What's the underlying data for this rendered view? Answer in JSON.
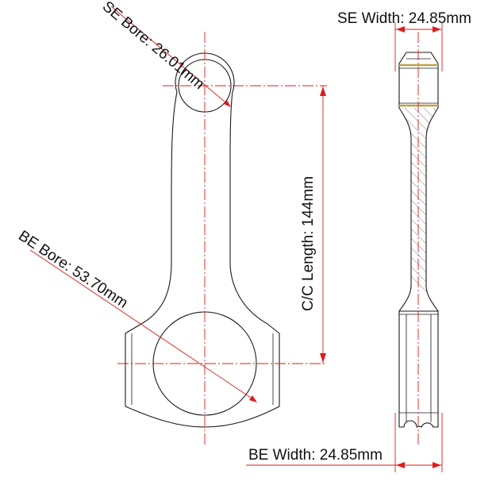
{
  "annotations": {
    "se_bore": "SE Bore: 26.01mm",
    "be_bore": "BE Bore: 53.70mm",
    "cc_length": "C/C Length:  144mm",
    "se_width": "SE Width: 24.85mm",
    "be_width": "BE Width: 24.85mm"
  },
  "colors": {
    "outline": "#1a1a1a",
    "dimension": "#e01b1b",
    "bearing": "#b8a34a",
    "hatch": "#8a8a8a"
  }
}
